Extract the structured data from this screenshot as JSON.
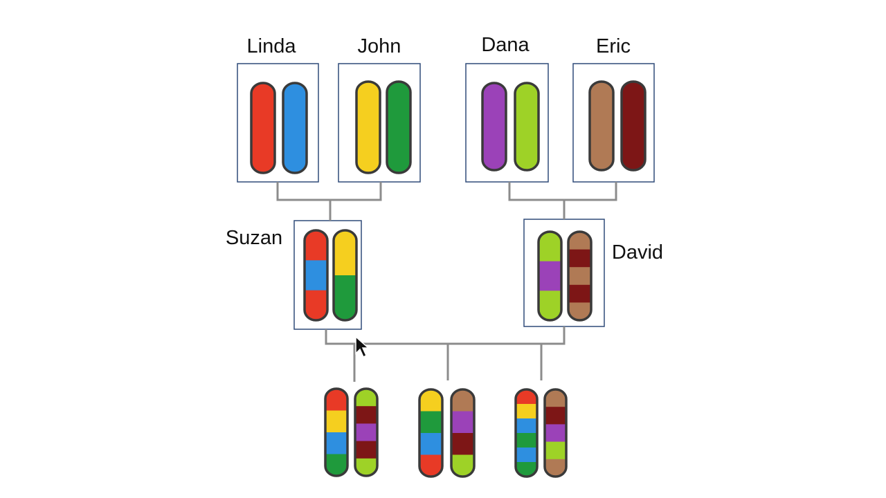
{
  "people": {
    "linda": "Linda",
    "john": "John",
    "dana": "Dana",
    "eric": "Eric",
    "suzan": "Suzan",
    "david": "David"
  },
  "colors": {
    "red": "#e83a26",
    "blue": "#2e8fe0",
    "yellow": "#f5cf1f",
    "green": "#1f9a3c",
    "purple": "#9b42b8",
    "lime": "#9ed227",
    "brown": "#b07a55",
    "maroon": "#7d1616"
  },
  "chromosomes": {
    "linda": [
      [
        "red"
      ],
      [
        "blue"
      ]
    ],
    "john": [
      [
        "yellow"
      ],
      [
        "green"
      ]
    ],
    "dana": [
      [
        "purple"
      ],
      [
        "lime"
      ]
    ],
    "eric": [
      [
        "brown"
      ],
      [
        "maroon"
      ]
    ],
    "suzan": [
      [
        "red",
        "blue",
        "red"
      ],
      [
        "yellow",
        "green"
      ]
    ],
    "david": [
      [
        "lime",
        "purple",
        "lime"
      ],
      [
        "brown",
        "maroon",
        "brown",
        "maroon",
        "brown"
      ]
    ],
    "child1": [
      [
        "red",
        "yellow",
        "blue",
        "green"
      ],
      [
        "lime",
        "maroon",
        "purple",
        "maroon",
        "lime"
      ]
    ],
    "child2": [
      [
        "yellow",
        "green",
        "blue",
        "red"
      ],
      [
        "brown",
        "purple",
        "maroon",
        "lime"
      ]
    ],
    "child3": [
      [
        "red",
        "yellow",
        "blue",
        "green",
        "blue",
        "green"
      ],
      [
        "brown",
        "maroon",
        "purple",
        "lime",
        "brown"
      ]
    ]
  }
}
